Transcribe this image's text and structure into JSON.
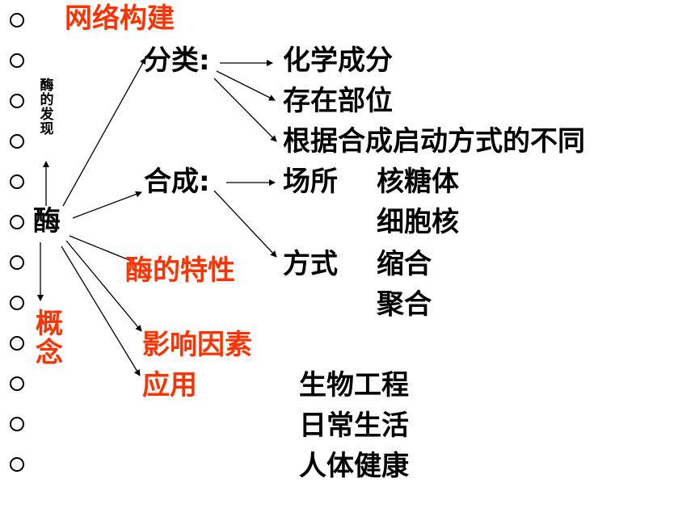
{
  "title": "网络构建",
  "center": "酶",
  "discovery": [
    "酶",
    "的",
    "发",
    "现"
  ],
  "concept": [
    "概",
    "念"
  ],
  "branches": {
    "classification": "分类:",
    "synthesis": "合成:",
    "properties": "酶的特性",
    "factors": "影响因素",
    "application": "应用"
  },
  "classification_items": [
    "化学成分",
    "存在部位",
    "根据合成启动方式的不同"
  ],
  "synthesis": {
    "site_label": "场所",
    "sites": [
      "核糖体",
      "细胞核"
    ],
    "method_label": "方式",
    "methods": [
      "缩合",
      "聚合"
    ]
  },
  "application_items": [
    "生物工程",
    "日常生活",
    "人体健康"
  ],
  "colors": {
    "accent": "#ff3300",
    "text": "#000000"
  }
}
